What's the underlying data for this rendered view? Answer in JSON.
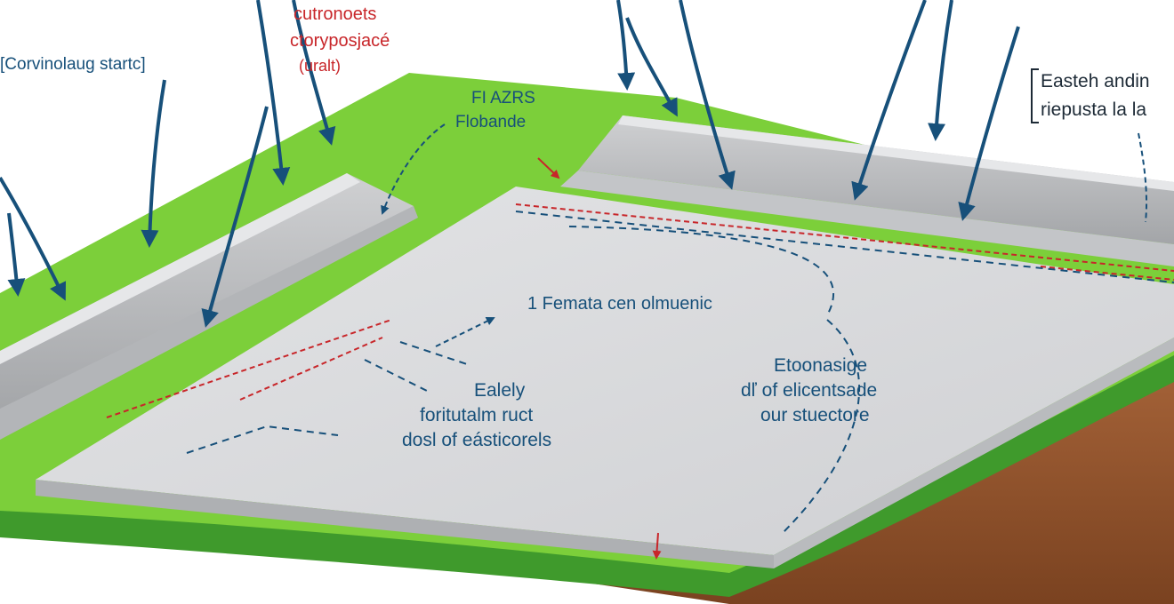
{
  "labels": {
    "top_red_1": "cutronoets",
    "top_red_2": "ctoryposjacé",
    "top_red_3": "(uralt)",
    "left_note": "[Corvinolaug startc]",
    "right_note_1": "Easteh andin",
    "right_note_2": "riepusta la la",
    "field_1": "FI AZRS",
    "field_2": "Flobande",
    "center": "1 Femata cen olmuenic",
    "left_block_1": "Ealely",
    "left_block_2": "foritutalm ruct",
    "left_block_3": "dosl of eásticorels",
    "right_block_1": "Etoonasige",
    "right_block_2": "dľ of elicentsade",
    "right_block_3": "our stuectore"
  },
  "colors": {
    "grass": "#7ccf3a",
    "grass_dark": "#3f9a2c",
    "slab": "#d6d7d9",
    "slab_edge": "#aeb0b3",
    "soil": "#9a5a2c",
    "arrow": "#17507a",
    "accent_red": "#c8262a"
  }
}
